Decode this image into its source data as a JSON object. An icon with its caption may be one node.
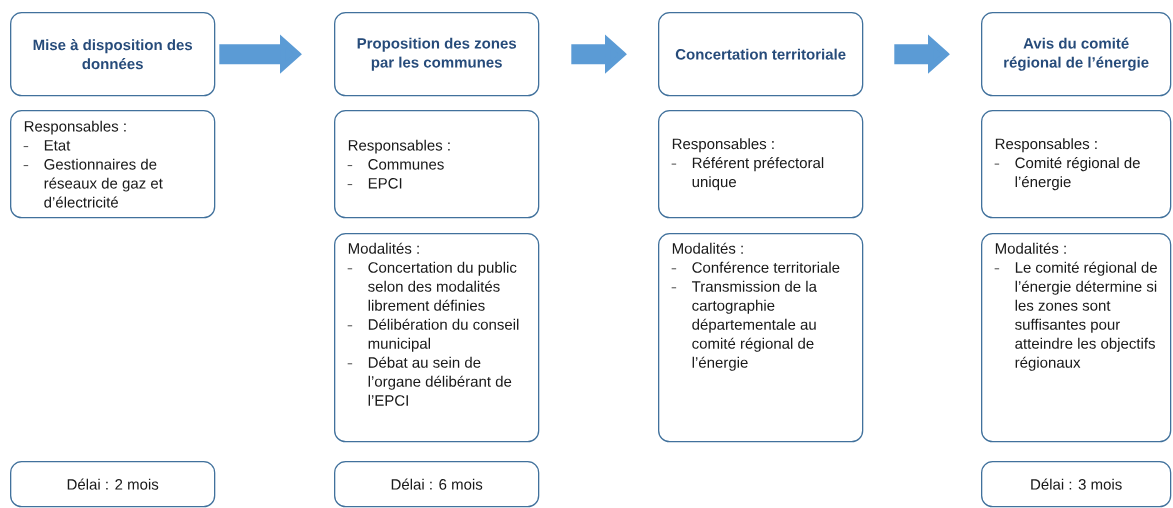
{
  "diagram": {
    "nodes": [
      {
        "text": [
          "Mise à disposition des données"
        ]
      },
      {
        "text": [
          "Proposition des zones par les communes"
        ]
      },
      {
        "text": [
          "Concertation territoriale"
        ]
      },
      {
        "text": [
          "Avis du comité régional de l’énergie"
        ]
      },
      {
        "text": [
          "Responsables :",
          "Etat",
          "Gestionnaires de réseaux de gaz et d’électricité"
        ]
      },
      {
        "text": [
          "Responsables :",
          "Communes",
          "EPCI"
        ]
      },
      {
        "text": [
          "Responsables :",
          "Référent préfectoral unique"
        ]
      },
      {
        "text": [
          "Responsables :",
          "Comité régional de l’énergie"
        ]
      },
      {
        "text": [
          "Modalités :",
          "Concertation du public selon des modalités librement définies",
          "Délibération du conseil municipal",
          "Débat au sein de l’organe délibérant de l’EPCI"
        ]
      },
      {
        "text": [
          "Modalités :",
          "Conférence territoriale",
          "Transmission de la cartographie départementale au comité régional de l’énergie"
        ]
      },
      {
        "text": [
          "Modalités :",
          "Le comité régional de l’énergie détermine si les zones sont suffisantes pour atteindre les objectifs régionaux"
        ]
      },
      {
        "text": [
          "Délai : 2 mois"
        ]
      },
      {
        "text": [
          "Délai : 6 mois"
        ]
      },
      {
        "text": [
          "Délai : 3 mois"
        ]
      }
    ],
    "edges": [
      {
        "from": 0,
        "to": 1,
        "arrow": "to"
      },
      {
        "from": 1,
        "to": 2,
        "arrow": "to"
      },
      {
        "from": 2,
        "to": 3,
        "arrow": "to"
      }
    ]
  }
}
